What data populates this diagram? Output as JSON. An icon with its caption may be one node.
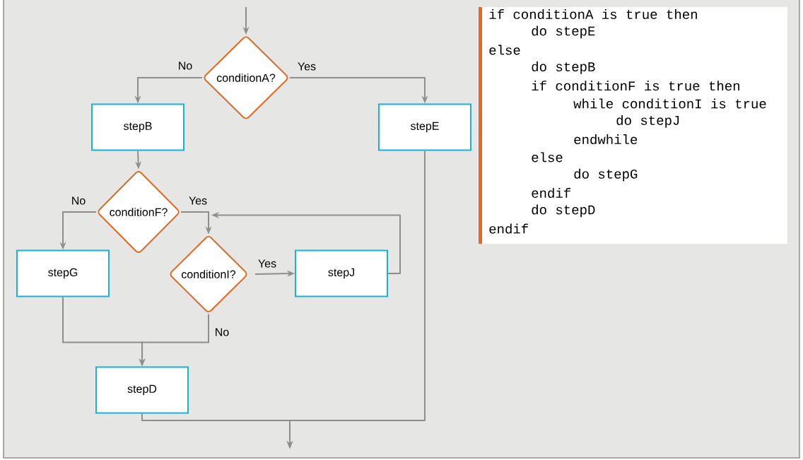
{
  "diagram": {
    "nodes": [
      {
        "text": [
          "conditionA?"
        ]
      },
      {
        "text": [
          "stepB"
        ]
      },
      {
        "text": [
          "stepE"
        ]
      },
      {
        "text": [
          "conditionF?"
        ]
      },
      {
        "text": [
          "stepG"
        ]
      },
      {
        "text": [
          "conditionI?"
        ]
      },
      {
        "text": [
          "stepJ"
        ]
      },
      {
        "text": [
          "stepD"
        ]
      }
    ],
    "edges": [
      {
        "from": null,
        "to": 0,
        "arrow": "to"
      },
      {
        "from": 0,
        "to": 1,
        "label": "No",
        "arrow": "to"
      },
      {
        "from": 0,
        "to": 2,
        "label": "Yes",
        "arrow": "to"
      },
      {
        "from": 1,
        "to": 3,
        "arrow": "to"
      },
      {
        "from": 3,
        "to": 4,
        "label": "No",
        "arrow": "to"
      },
      {
        "from": 3,
        "to": 5,
        "label": "Yes",
        "arrow": "to"
      },
      {
        "from": 5,
        "to": 6,
        "label": "Yes",
        "arrow": "to"
      },
      {
        "from": 6,
        "to": 5,
        "arrow": "to"
      },
      {
        "from": 4,
        "to": 7,
        "arrow": "to"
      },
      {
        "from": 5,
        "to": 7,
        "label": "No",
        "arrow": "to"
      },
      {
        "from": 7,
        "to": null,
        "arrow": "to"
      },
      {
        "from": 2,
        "to": null,
        "arrow": "to"
      }
    ],
    "labels": [
      "if conditionA is true then",
      "do stepE",
      "else",
      "do stepB",
      "if conditionF is true then",
      "while conditionI is true",
      "do stepJ",
      "endwhile",
      "else",
      "do stepG",
      "endif",
      "do stepD",
      "endif"
    ]
  }
}
